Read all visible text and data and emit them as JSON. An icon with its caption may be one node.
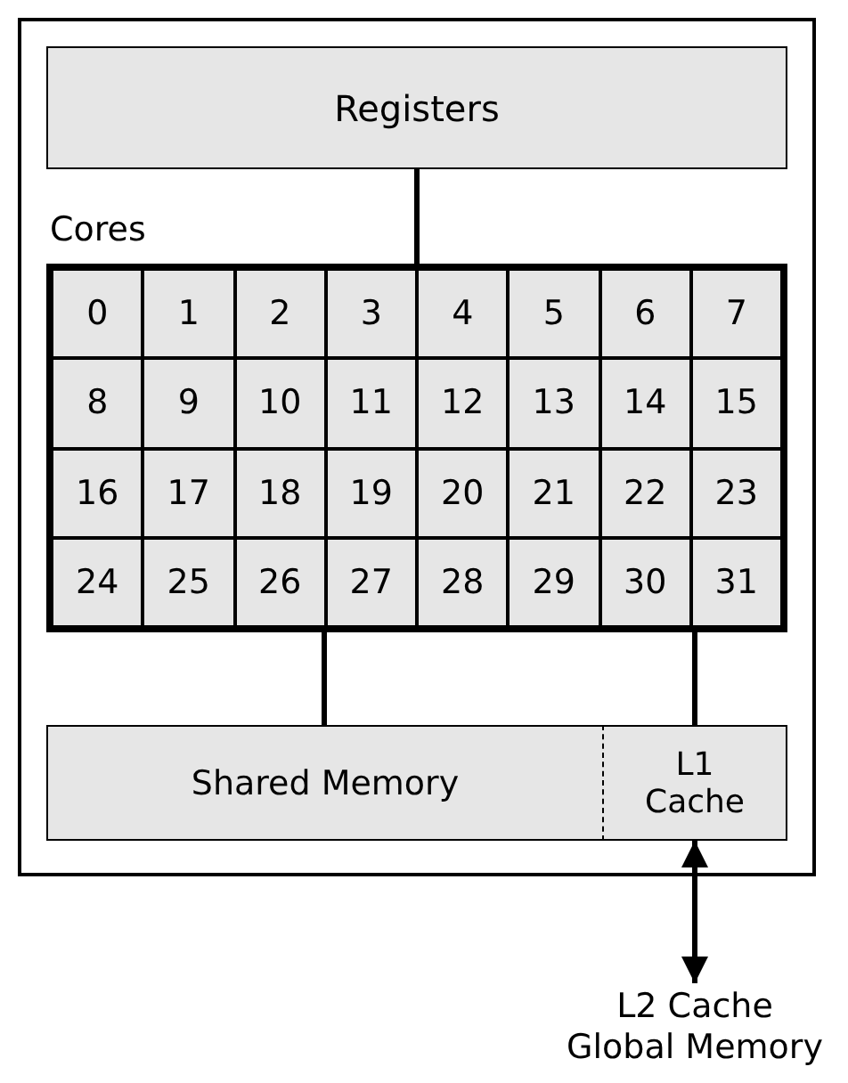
{
  "diagram": {
    "nodes": [
      {
        "text": [],
        "shape": "box"
      },
      {
        "text": [
          "Registers"
        ],
        "in": 0
      },
      {
        "text": [
          "Cores"
        ],
        "in": 0
      },
      {
        "text": [
          "0"
        ],
        "in": 2
      },
      {
        "text": [
          "1"
        ],
        "in": 2
      },
      {
        "text": [
          "2"
        ],
        "in": 2
      },
      {
        "text": [
          "3"
        ],
        "in": 2
      },
      {
        "text": [
          "4"
        ],
        "in": 2
      },
      {
        "text": [
          "5"
        ],
        "in": 2
      },
      {
        "text": [
          "6"
        ],
        "in": 2
      },
      {
        "text": [
          "7"
        ],
        "in": 2
      },
      {
        "text": [
          "8"
        ],
        "in": 2
      },
      {
        "text": [
          "9"
        ],
        "in": 2
      },
      {
        "text": [
          "10"
        ],
        "in": 2
      },
      {
        "text": [
          "11"
        ],
        "in": 2
      },
      {
        "text": [
          "12"
        ],
        "in": 2
      },
      {
        "text": [
          "13"
        ],
        "in": 2
      },
      {
        "text": [
          "14"
        ],
        "in": 2
      },
      {
        "text": [
          "15"
        ],
        "in": 2
      },
      {
        "text": [
          "16"
        ],
        "in": 2
      },
      {
        "text": [
          "17"
        ],
        "in": 2
      },
      {
        "text": [
          "18"
        ],
        "in": 2
      },
      {
        "text": [
          "19"
        ],
        "in": 2
      },
      {
        "text": [
          "20"
        ],
        "in": 2
      },
      {
        "text": [
          "21"
        ],
        "in": 2
      },
      {
        "text": [
          "22"
        ],
        "in": 2
      },
      {
        "text": [
          "23"
        ],
        "in": 2
      },
      {
        "text": [
          "24"
        ],
        "in": 2
      },
      {
        "text": [
          "25"
        ],
        "in": 2
      },
      {
        "text": [
          "26"
        ],
        "in": 2
      },
      {
        "text": [
          "27"
        ],
        "in": 2
      },
      {
        "text": [
          "28"
        ],
        "in": 2
      },
      {
        "text": [
          "29"
        ],
        "in": 2
      },
      {
        "text": [
          "30"
        ],
        "in": 2
      },
      {
        "text": [
          "31"
        ],
        "in": 2
      },
      {
        "text": [
          "Shared Memory"
        ],
        "in": 0
      },
      {
        "text": [
          "L1 Cache"
        ],
        "in": 0
      },
      {
        "text": [
          "L2 Cache Global Memory"
        ]
      }
    ],
    "edges": [
      {
        "from": 1,
        "to": 2,
        "arrow": "none"
      },
      {
        "from": 2,
        "to": 35,
        "arrow": "none"
      },
      {
        "from": 2,
        "to": 36,
        "arrow": "none"
      },
      {
        "from": 36,
        "to": 37,
        "arrow": "both"
      }
    ]
  }
}
